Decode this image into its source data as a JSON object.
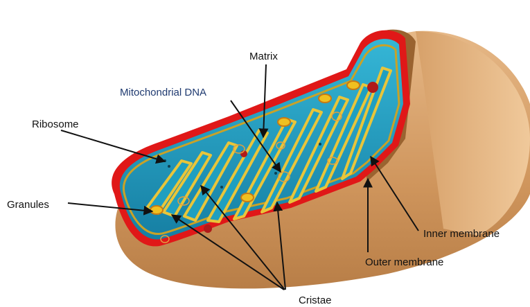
{
  "labels": {
    "matrix": "Matrix",
    "mitochondrial_dna": "Mitochondrial DNA",
    "ribosome": "Ribosome",
    "granules": "Granules",
    "inner_membrane": "Inner membrane",
    "outer_membrane": "Outer membrane",
    "cristae": "Cristae"
  },
  "colors": {
    "outer_shell": "#d09a62",
    "outer_membrane": "#e01818",
    "matrix": "#1f9fc0",
    "cristae": "#e8c53a",
    "dna_label": "#1f3a70"
  }
}
